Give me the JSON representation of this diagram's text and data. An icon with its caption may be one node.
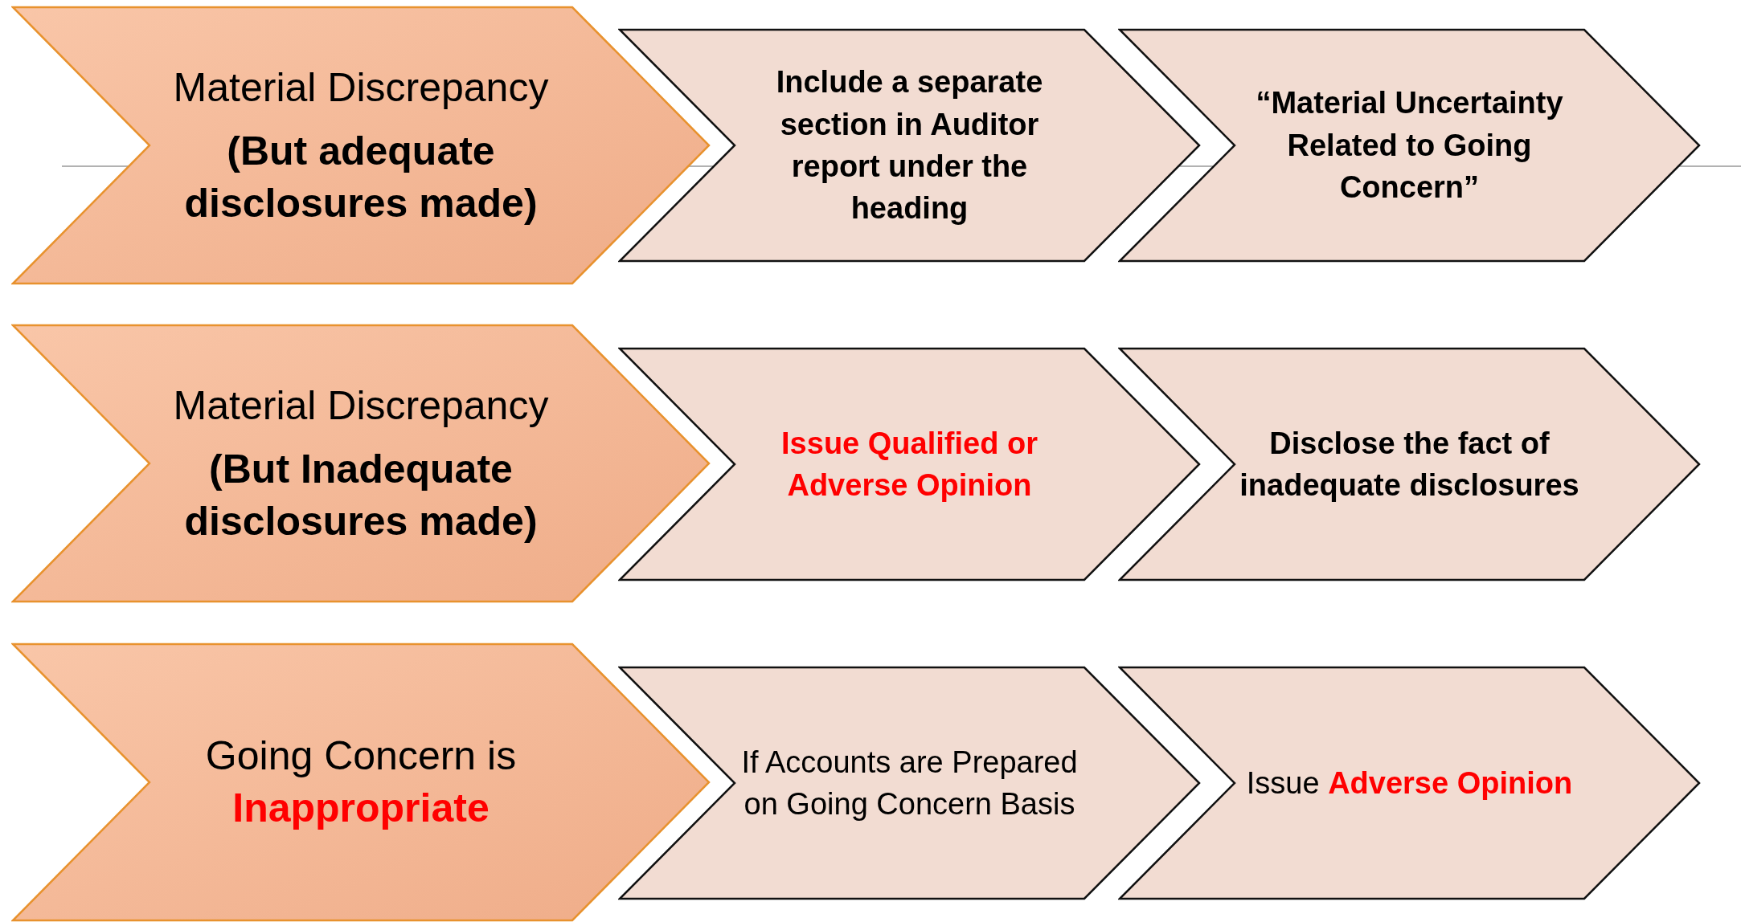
{
  "diagram": {
    "nodes": [
      {
        "text": [
          "Material Discrepancy",
          "(But adequate disclosures made)"
        ]
      },
      {
        "text": [
          "Include a separate section in Auditor report under the heading"
        ]
      },
      {
        "text": [
          "“Material Uncertainty Related to Going Concern”"
        ]
      },
      {
        "text": [
          "Material Discrepancy",
          "(But Inadequate disclosures made)"
        ]
      },
      {
        "text": [
          "Issue Qualified or Adverse Opinion"
        ]
      },
      {
        "text": [
          "Disclose the fact of inadequate disclosures"
        ]
      },
      {
        "text": [
          "Going Concern is **Inappropriate**"
        ]
      },
      {
        "text": [
          "If Accounts are Prepared on Going Concern Basis"
        ]
      },
      {
        "text": [
          "Issue **Adverse Opinion**"
        ]
      }
    ]
  }
}
